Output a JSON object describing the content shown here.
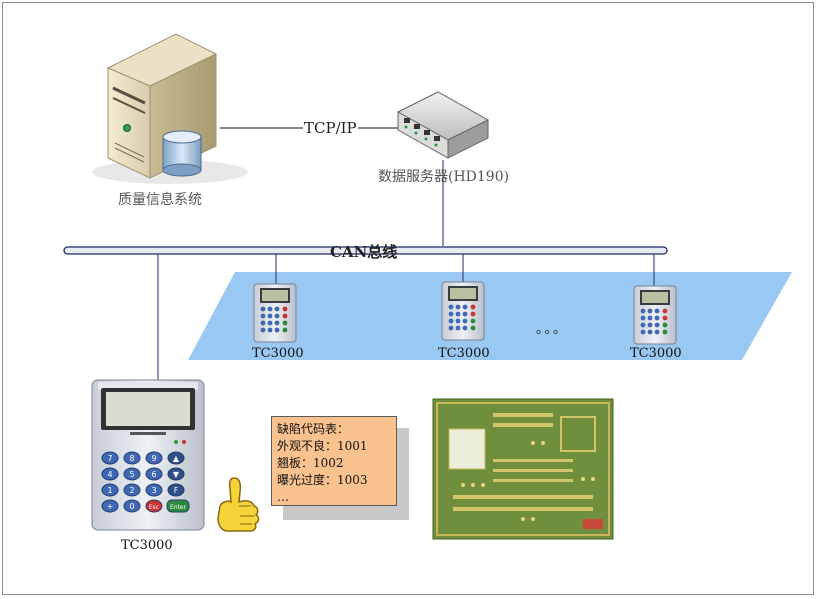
{
  "labels": {
    "quality_system": "质量信息系统",
    "protocol": "TCP/IP",
    "data_server": "数据服务器(HD190)",
    "can_bus": "CAN总线",
    "ellipsis": "。。。",
    "terminal_1": "TC3000",
    "terminal_2": "TC3000",
    "terminal_3": "TC3000",
    "terminal_main": "TC3000"
  },
  "defect_table": {
    "title": "缺陷代码表：",
    "rows": [
      "外观不良：1001",
      "翘板：1002",
      "曝光过度：1003",
      "…"
    ]
  },
  "keypad_keys": [
    "7",
    "8",
    "9",
    "▲",
    "4",
    "5",
    "6",
    "▼",
    "1",
    "2",
    "3",
    "F",
    "+",
    "0",
    "Esc",
    "Enter"
  ],
  "colors": {
    "zone_fill": "#99c9f2",
    "bus_fill": "#e6ecf6",
    "line": "#1f2a6b",
    "note_fill": "#f9c28e",
    "pcb_green": "#6f8f3c"
  }
}
